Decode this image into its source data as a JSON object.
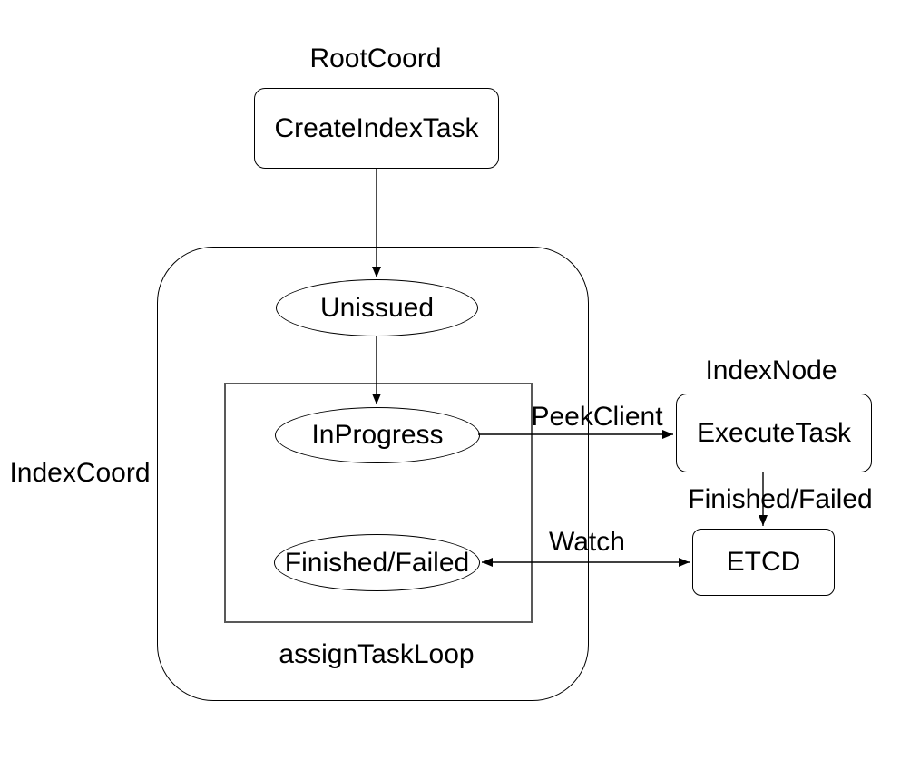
{
  "canvas": {
    "background": "#ffffff",
    "stroke": "#000000",
    "inner_rect_stroke": "#595959",
    "text_color": "#000000"
  },
  "group_labels": {
    "root_coord": "RootCoord",
    "index_node": "IndexNode"
  },
  "containers": {
    "index_coord_label": "IndexCoord",
    "assign_task_loop_label": "assignTaskLoop"
  },
  "nodes": {
    "create_index_task": "CreateIndexTask",
    "unissued": "Unissued",
    "in_progress": "InProgress",
    "finished_failed": "Finished/Failed",
    "execute_task": "ExecuteTask",
    "etcd": "ETCD"
  },
  "edge_labels": {
    "peek_client": "PeekClient",
    "finished_failed": "Finished/Failed",
    "watch": "Watch"
  }
}
